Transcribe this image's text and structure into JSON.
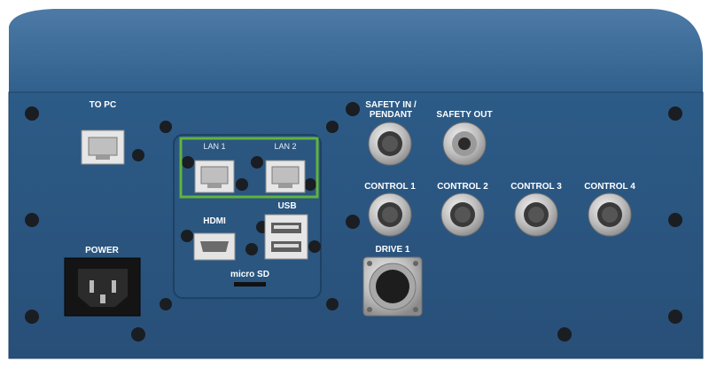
{
  "ports": {
    "to_pc": "TO PC",
    "power": "POWER",
    "lan1": "LAN 1",
    "lan2": "LAN 2",
    "usb": "USB",
    "hdmi": "HDMI",
    "micro_sd": "micro SD",
    "safety_in": "SAFETY IN / PENDANT",
    "safety_out": "SAFETY OUT",
    "control1": "CONTROL 1",
    "control2": "CONTROL 2",
    "control3": "CONTROL 3",
    "control4": "CONTROL 4",
    "drive1": "DRIVE 1"
  },
  "colors": {
    "panel": "#2f5f8c",
    "panel_dark": "#244c73",
    "highlight": "#62b33d",
    "label": "#ffffff"
  }
}
